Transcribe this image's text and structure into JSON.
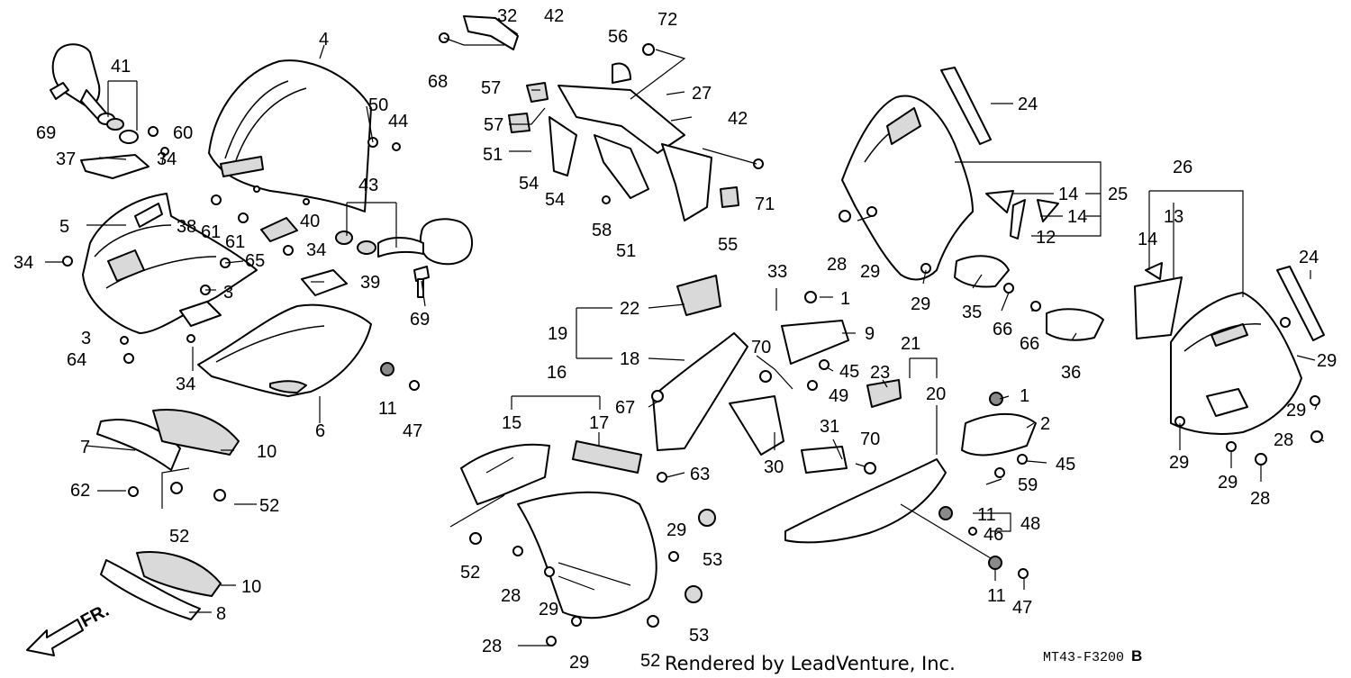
{
  "diagram": {
    "credit": "Rendered by LeadVenture, Inc.",
    "code_text": "MT43-F3200",
    "code_suffix": "B",
    "direction_label": "FR.",
    "callouts": [
      {
        "id": "c-32",
        "label": "32"
      },
      {
        "id": "c-42a",
        "label": "42"
      },
      {
        "id": "c-72",
        "label": "72"
      },
      {
        "id": "c-68",
        "label": "68"
      },
      {
        "id": "c-56",
        "label": "56"
      },
      {
        "id": "c-57a",
        "label": "57"
      },
      {
        "id": "c-27",
        "label": "27"
      },
      {
        "id": "c-57b",
        "label": "57"
      },
      {
        "id": "c-42b",
        "label": "42"
      },
      {
        "id": "c-51a",
        "label": "51"
      },
      {
        "id": "c-54a",
        "label": "54"
      },
      {
        "id": "c-54b",
        "label": "54"
      },
      {
        "id": "c-71",
        "label": "71"
      },
      {
        "id": "c-58",
        "label": "58"
      },
      {
        "id": "c-51b",
        "label": "51"
      },
      {
        "id": "c-55",
        "label": "55"
      },
      {
        "id": "c-4",
        "label": "4"
      },
      {
        "id": "c-41",
        "label": "41"
      },
      {
        "id": "c-69a",
        "label": "69"
      },
      {
        "id": "c-60",
        "label": "60"
      },
      {
        "id": "c-50",
        "label": "50"
      },
      {
        "id": "c-44",
        "label": "44"
      },
      {
        "id": "c-37",
        "label": "37"
      },
      {
        "id": "c-34a",
        "label": "34"
      },
      {
        "id": "c-43",
        "label": "43"
      },
      {
        "id": "c-38",
        "label": "38"
      },
      {
        "id": "c-61a",
        "label": "61"
      },
      {
        "id": "c-61b",
        "label": "61"
      },
      {
        "id": "c-40",
        "label": "40"
      },
      {
        "id": "c-5",
        "label": "5"
      },
      {
        "id": "c-34b",
        "label": "34"
      },
      {
        "id": "c-34c",
        "label": "34"
      },
      {
        "id": "c-65",
        "label": "65"
      },
      {
        "id": "c-3a",
        "label": "3"
      },
      {
        "id": "c-39",
        "label": "39"
      },
      {
        "id": "c-69b",
        "label": "69"
      },
      {
        "id": "c-3b",
        "label": "3"
      },
      {
        "id": "c-64",
        "label": "64"
      },
      {
        "id": "c-34d",
        "label": "34"
      },
      {
        "id": "c-6",
        "label": "6"
      },
      {
        "id": "c-11a",
        "label": "11"
      },
      {
        "id": "c-47a",
        "label": "47"
      },
      {
        "id": "c-7",
        "label": "7"
      },
      {
        "id": "c-10a",
        "label": "10"
      },
      {
        "id": "c-62",
        "label": "62"
      },
      {
        "id": "c-52a",
        "label": "52"
      },
      {
        "id": "c-52b",
        "label": "52"
      },
      {
        "id": "c-10b",
        "label": "10"
      },
      {
        "id": "c-8",
        "label": "8"
      },
      {
        "id": "c-22",
        "label": "22"
      },
      {
        "id": "c-19",
        "label": "19"
      },
      {
        "id": "c-18",
        "label": "18"
      },
      {
        "id": "c-16",
        "label": "16"
      },
      {
        "id": "c-15",
        "label": "15"
      },
      {
        "id": "c-17",
        "label": "17"
      },
      {
        "id": "c-52c",
        "label": "52"
      },
      {
        "id": "c-28a",
        "label": "28"
      },
      {
        "id": "c-29a",
        "label": "29"
      },
      {
        "id": "c-29b",
        "label": "29"
      },
      {
        "id": "c-53a",
        "label": "53"
      },
      {
        "id": "c-53b",
        "label": "53"
      },
      {
        "id": "c-28b",
        "label": "28"
      },
      {
        "id": "c-29c",
        "label": "29"
      },
      {
        "id": "c-52d",
        "label": "52"
      },
      {
        "id": "c-33",
        "label": "33"
      },
      {
        "id": "c-1a",
        "label": "1"
      },
      {
        "id": "c-9",
        "label": "9"
      },
      {
        "id": "c-70a",
        "label": "70"
      },
      {
        "id": "c-45a",
        "label": "45"
      },
      {
        "id": "c-67",
        "label": "67"
      },
      {
        "id": "c-49",
        "label": "49"
      },
      {
        "id": "c-63",
        "label": "63"
      },
      {
        "id": "c-30",
        "label": "30"
      },
      {
        "id": "c-21",
        "label": "21"
      },
      {
        "id": "c-23",
        "label": "23"
      },
      {
        "id": "c-20",
        "label": "20"
      },
      {
        "id": "c-1b",
        "label": "1"
      },
      {
        "id": "c-2",
        "label": "2"
      },
      {
        "id": "c-31",
        "label": "31"
      },
      {
        "id": "c-70b",
        "label": "70"
      },
      {
        "id": "c-45b",
        "label": "45"
      },
      {
        "id": "c-59",
        "label": "59"
      },
      {
        "id": "c-11b",
        "label": "11"
      },
      {
        "id": "c-48",
        "label": "48"
      },
      {
        "id": "c-46",
        "label": "46"
      },
      {
        "id": "c-11c",
        "label": "11"
      },
      {
        "id": "c-47b",
        "label": "47"
      },
      {
        "id": "c-24a",
        "label": "24"
      },
      {
        "id": "c-25",
        "label": "25"
      },
      {
        "id": "c-14a",
        "label": "14"
      },
      {
        "id": "c-14b",
        "label": "14"
      },
      {
        "id": "c-12",
        "label": "12"
      },
      {
        "id": "c-28c",
        "label": "28"
      },
      {
        "id": "c-29d",
        "label": "29"
      },
      {
        "id": "c-29e",
        "label": "29"
      },
      {
        "id": "c-35",
        "label": "35"
      },
      {
        "id": "c-66a",
        "label": "66"
      },
      {
        "id": "c-66b",
        "label": "66"
      },
      {
        "id": "c-36",
        "label": "36"
      },
      {
        "id": "c-26",
        "label": "26"
      },
      {
        "id": "c-13",
        "label": "13"
      },
      {
        "id": "c-14c",
        "label": "14"
      },
      {
        "id": "c-24b",
        "label": "24"
      },
      {
        "id": "c-29f",
        "label": "29"
      },
      {
        "id": "c-29g",
        "label": "29"
      },
      {
        "id": "c-28d",
        "label": "28"
      },
      {
        "id": "c-29h",
        "label": "29"
      },
      {
        "id": "c-29i",
        "label": "29"
      },
      {
        "id": "c-28e",
        "label": "28"
      }
    ]
  }
}
